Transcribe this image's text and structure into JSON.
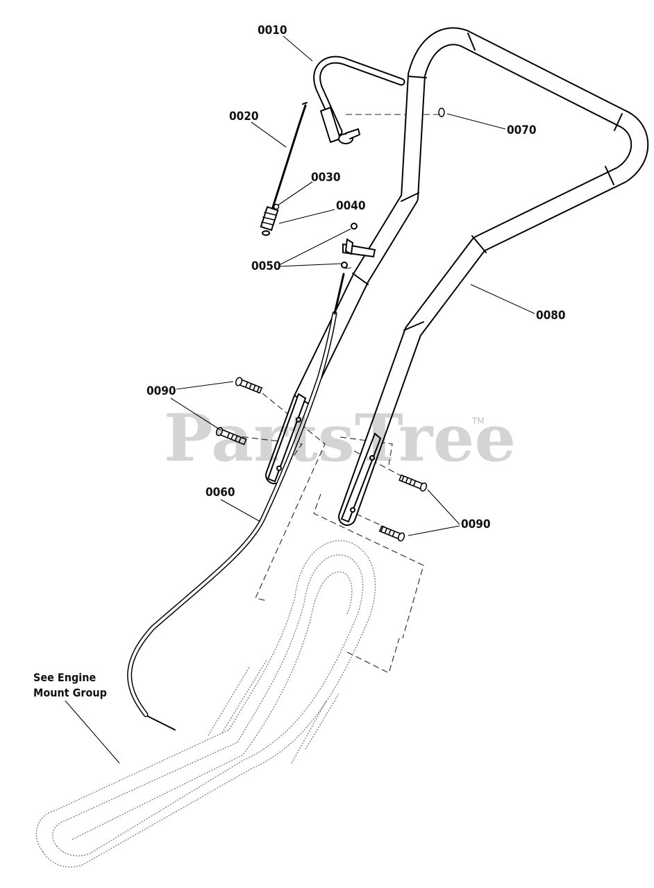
{
  "watermark": {
    "text": "PartsTree",
    "trademark": "TM"
  },
  "labels": {
    "p0010": "0010",
    "p0020": "0020",
    "p0030": "0030",
    "p0040": "0040",
    "p0050": "0050",
    "p0060": "0060",
    "p0070": "0070",
    "p0080": "0080",
    "p0090a": "0090",
    "p0090b": "0090"
  },
  "note": {
    "engine_mount": "See Engine\nMount Group"
  }
}
